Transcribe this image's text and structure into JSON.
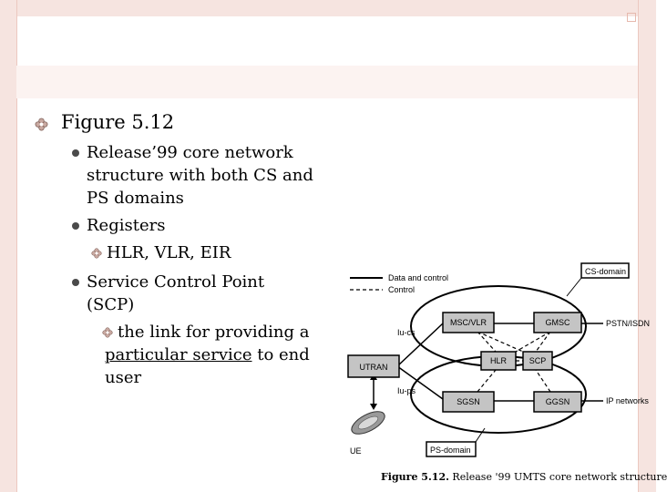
{
  "slide": {
    "heading": "Figure 5.12",
    "bullets": [
      {
        "line1": "Release’99 core network",
        "line2": "structure with both CS and",
        "line3": "PS domains"
      },
      {
        "line1": "Registers"
      },
      {
        "line1": "Service Control Point",
        "line2": "(SCP)"
      }
    ],
    "sub_bullets": [
      {
        "text": "HLR, VLR, EIR"
      },
      {
        "prefix": "the link for providing a",
        "link": "particular service",
        "suffix": " to end",
        "line3": "user"
      }
    ]
  },
  "figure": {
    "legend": {
      "data": "Data and control",
      "control": "Control"
    },
    "domains": {
      "cs": "CS-domain",
      "ps": "PS-domain"
    },
    "nodes": {
      "msc": "MSC/VLR",
      "gmsc": "GMSC",
      "hlr": "HLR",
      "scp": "SCP",
      "sgsn": "SGSN",
      "ggsn": "GGSN",
      "utran": "UTRAN",
      "ue": "UE"
    },
    "interfaces": {
      "iucs": "Iu-cs",
      "iups": "Iu-ps"
    },
    "external": {
      "pstn": "PSTN/ISDN",
      "ip": "IP networks"
    },
    "caption_label": "Figure 5.12.",
    "caption_text": "Release '99 UMTS core network structure"
  },
  "colors": {
    "accent_frame": "#f6e4e0",
    "bullet": "#4a4a4a",
    "box_fill": "#c4c4c4"
  }
}
